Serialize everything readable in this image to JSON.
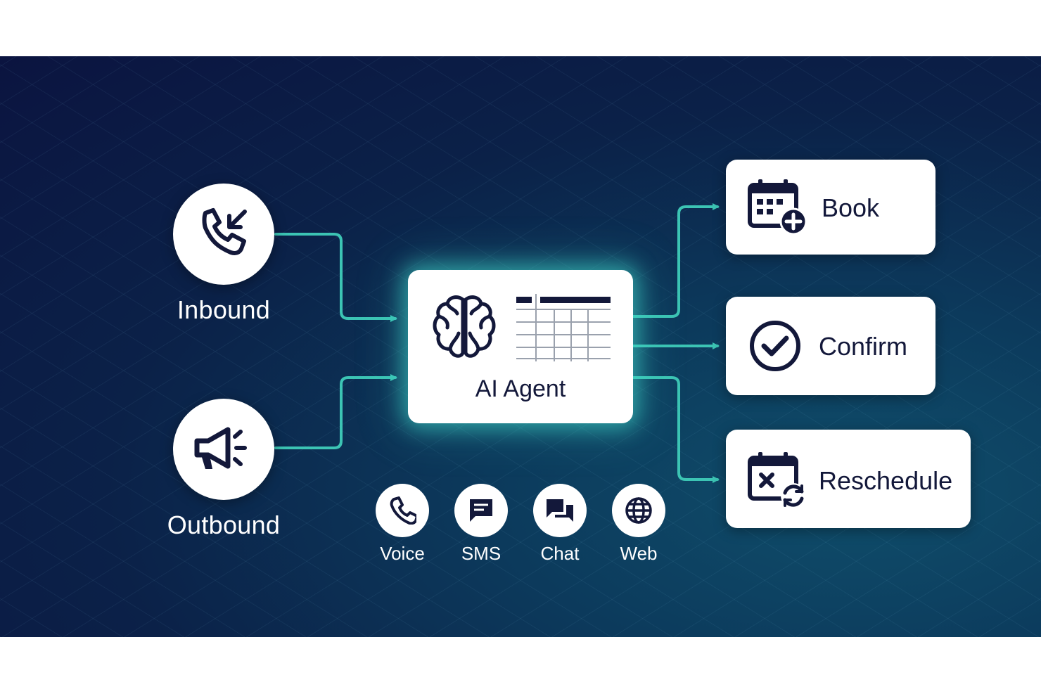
{
  "sources": [
    {
      "label": "Inbound",
      "icon": "phone-incoming-icon"
    },
    {
      "label": "Outbound",
      "icon": "megaphone-icon"
    }
  ],
  "agent": {
    "title": "AI Agent",
    "icons": [
      "brain-icon",
      "schedule-grid-icon"
    ]
  },
  "outcomes": [
    {
      "label": "Book",
      "icon": "calendar-add-icon"
    },
    {
      "label": "Confirm",
      "icon": "check-circle-icon"
    },
    {
      "label": "Reschedule",
      "icon": "calendar-reschedule-icon"
    }
  ],
  "channels": [
    {
      "label": "Voice",
      "icon": "phone-icon"
    },
    {
      "label": "SMS",
      "icon": "sms-icon"
    },
    {
      "label": "Chat",
      "icon": "chat-icon"
    },
    {
      "label": "Web",
      "icon": "globe-icon"
    }
  ],
  "colors": {
    "background": "#0b1440",
    "connector": "#3cc4b4",
    "glow": "#40d6c8",
    "icon": "#13183a",
    "text_light": "#ffffff"
  }
}
